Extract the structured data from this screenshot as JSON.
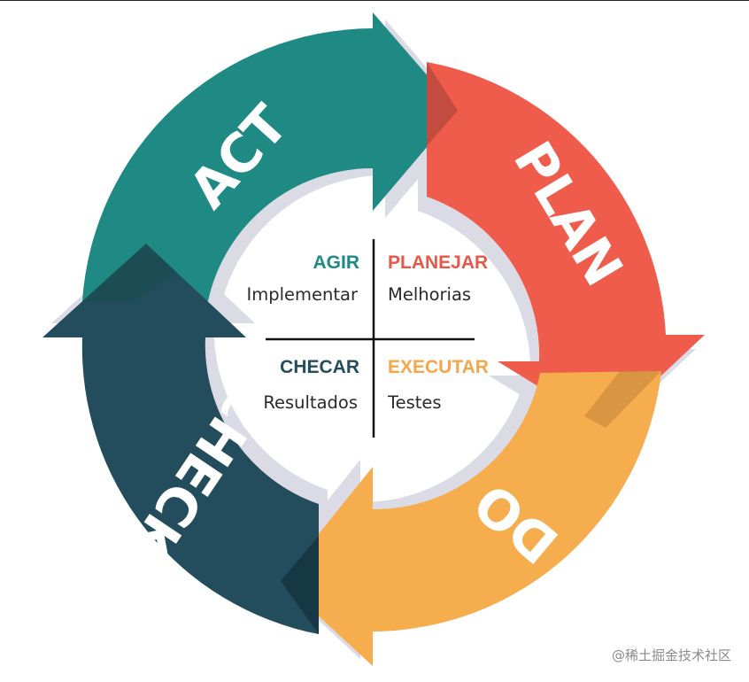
{
  "stages": {
    "act": {
      "label": "ACT",
      "color": "#1f8a84"
    },
    "plan": {
      "label": "PLAN",
      "color": "#f05c4c"
    },
    "do": {
      "label": "DO",
      "color": "#f6ad4e"
    },
    "check": {
      "label": "CHECK",
      "color": "#234d5d"
    }
  },
  "quadrants": {
    "agir": {
      "title": "AGIR",
      "text": "Implementar",
      "color": "#1f8a84"
    },
    "planejar": {
      "title": "PLANEJAR",
      "text": "Melhorias",
      "color": "#e8574a"
    },
    "checar": {
      "title": "CHECAR",
      "text": "Resultados",
      "color": "#234d5d"
    },
    "executar": {
      "title": "EXECUTAR",
      "text": "Testes",
      "color": "#f6a64a"
    }
  },
  "watermark": "@稀土掘金技术社区"
}
